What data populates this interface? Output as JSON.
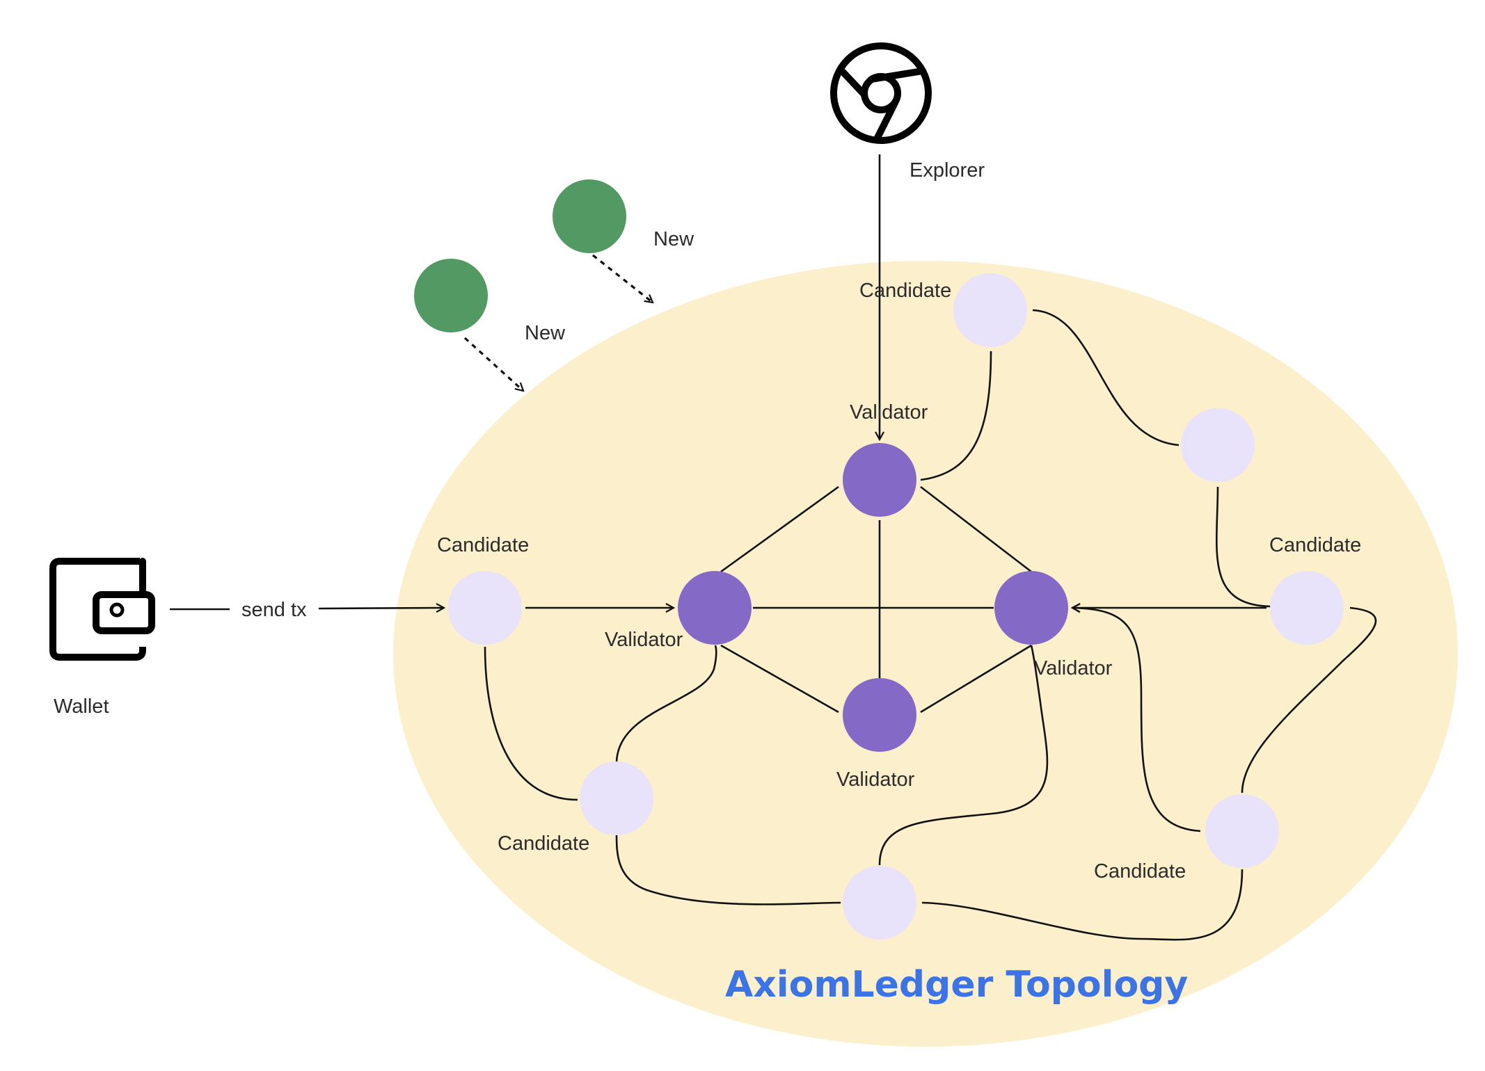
{
  "diagram": {
    "title": "AxiomLedger Topology",
    "labels": {
      "explorer": "Explorer",
      "wallet": "Wallet",
      "send_tx": "send tx",
      "new_1": "New",
      "new_2": "New",
      "candidate_top": "Candidate",
      "candidate_left": "Candidate",
      "candidate_right": "Candidate",
      "candidate_bottom_left": "Candidate",
      "candidate_bottom_right": "Candidate",
      "validator_top": "Validator",
      "validator_left": "Validator",
      "validator_right": "Validator",
      "validator_bottom": "Validator"
    },
    "icons": {
      "explorer": "chrome-browser-icon",
      "wallet": "wallet-icon"
    },
    "colors": {
      "region": "#FCEFCC",
      "validator": "#8569C7",
      "candidate": "#E8E2FA",
      "new_node": "#529964",
      "title": "#3B73E8",
      "line": "#111111"
    }
  }
}
